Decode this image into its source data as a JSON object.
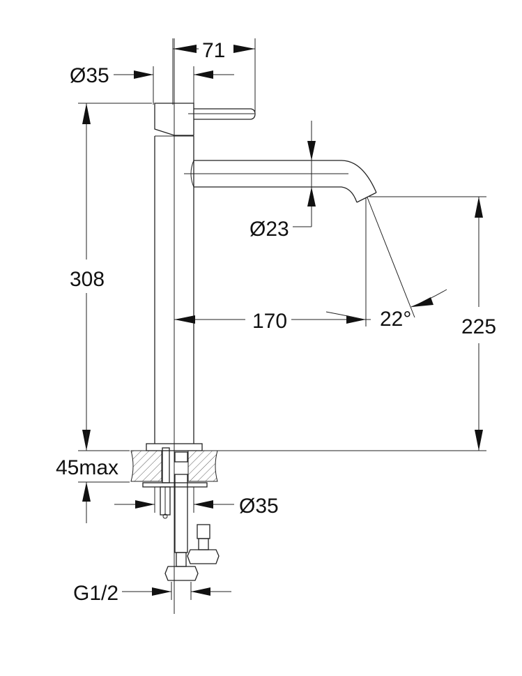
{
  "drawing": {
    "subject": "tall basin mixer tap dimension drawing",
    "labels": {
      "lever_reach": "71",
      "body_diameter_top": "Ø35",
      "spout_diameter": "Ø23",
      "total_height": "308",
      "spout_reach": "170",
      "spout_angle": "22°",
      "spout_outlet_height": "225",
      "max_deck_thickness": "45max",
      "body_diameter_base": "Ø35",
      "connection_thread": "G1/2"
    }
  }
}
